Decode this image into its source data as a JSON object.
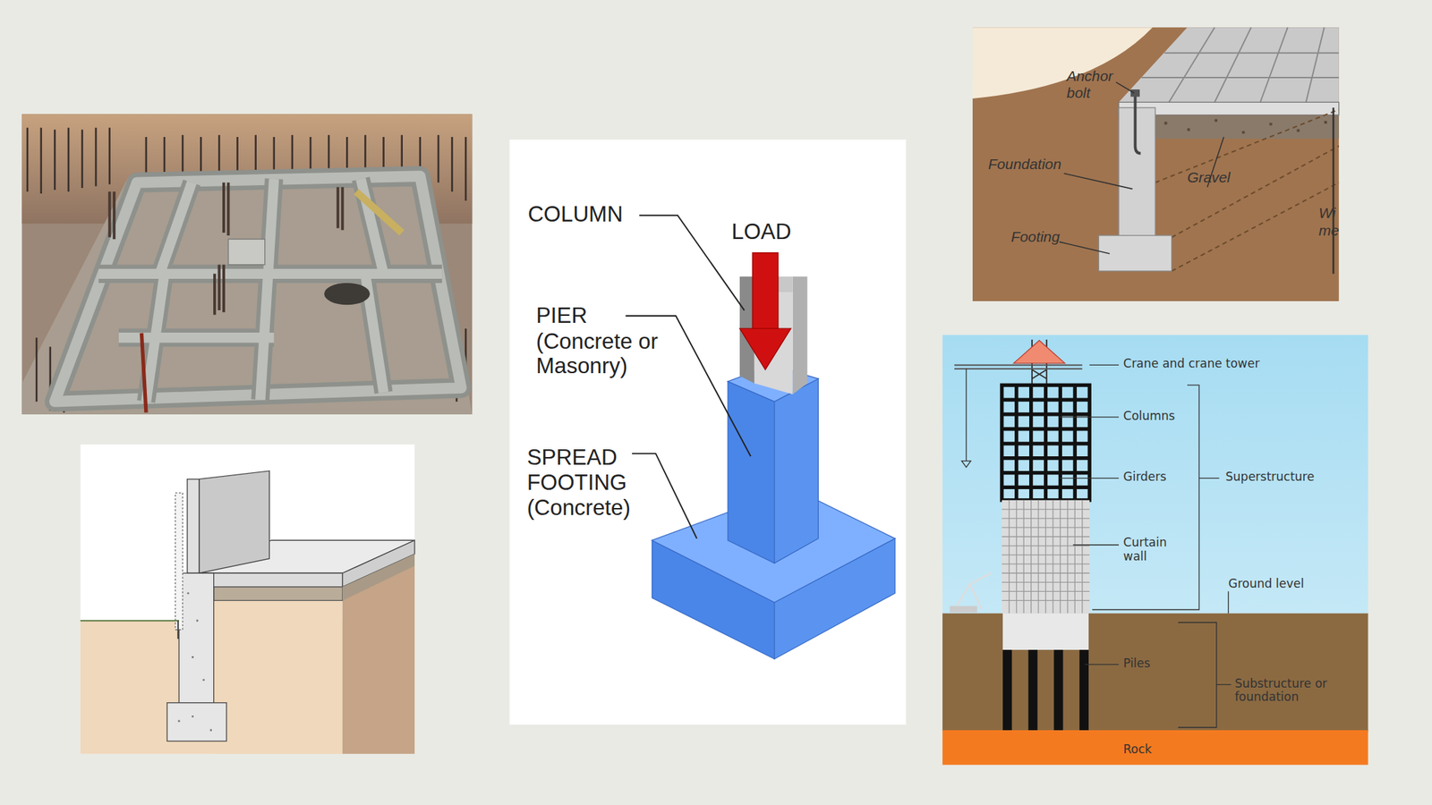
{
  "diagram": {
    "labels": [
      "COLUMN",
      "LOAD",
      "PIER (Concrete or Masonry)",
      "SPREAD FOOTING (Concrete)",
      "Anchor bolt",
      "Foundation",
      "Gravel",
      "Footing",
      "Wi",
      "me",
      "Crane and crane tower",
      "Columns",
      "Girders",
      "Superstructure",
      "Curtain wall",
      "Ground level",
      "Piles",
      "Substructure or foundation",
      "Rock"
    ]
  }
}
